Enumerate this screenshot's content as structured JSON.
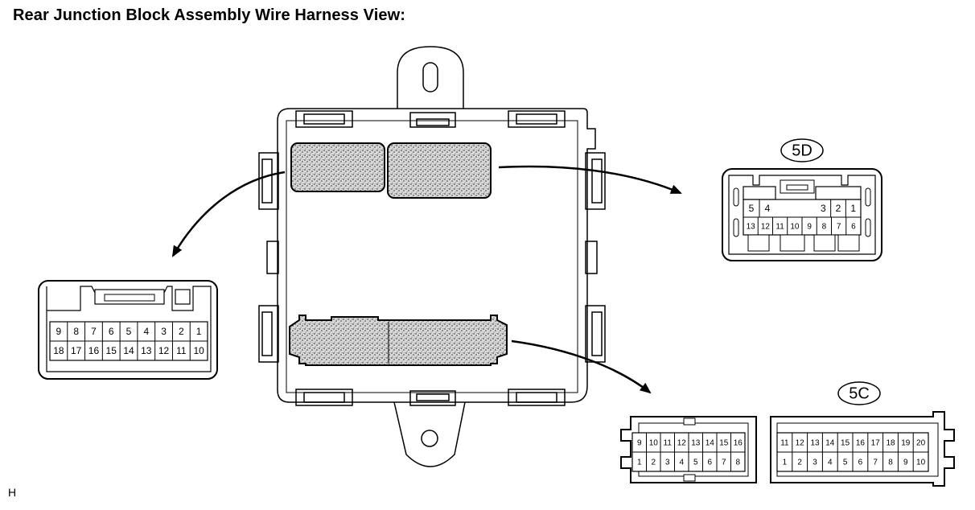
{
  "title": "Rear Junction Block Assembly Wire Harness View:",
  "footnote": "H",
  "connector_left": {
    "top_row": [
      "9",
      "8",
      "7",
      "6",
      "5",
      "4",
      "3",
      "2",
      "1"
    ],
    "bottom_row": [
      "18",
      "17",
      "16",
      "15",
      "14",
      "13",
      "12",
      "11",
      "10"
    ]
  },
  "connector_5d": {
    "label": "5D",
    "top_left": [
      "5",
      "4"
    ],
    "top_right": [
      "3",
      "2",
      "1"
    ],
    "bottom_row": [
      "13",
      "12",
      "11",
      "10",
      "9",
      "8",
      "7",
      "6"
    ]
  },
  "connector_5c_left": {
    "top_row": [
      "9",
      "10",
      "11",
      "12",
      "13",
      "14",
      "15",
      "16"
    ],
    "bottom_row": [
      "1",
      "2",
      "3",
      "4",
      "5",
      "6",
      "7",
      "8"
    ]
  },
  "connector_5c_right": {
    "label": "5C",
    "top_row": [
      "11",
      "12",
      "13",
      "14",
      "15",
      "16",
      "17",
      "18",
      "19",
      "20"
    ],
    "bottom_row": [
      "1",
      "2",
      "3",
      "4",
      "5",
      "6",
      "7",
      "8",
      "9",
      "10"
    ]
  }
}
